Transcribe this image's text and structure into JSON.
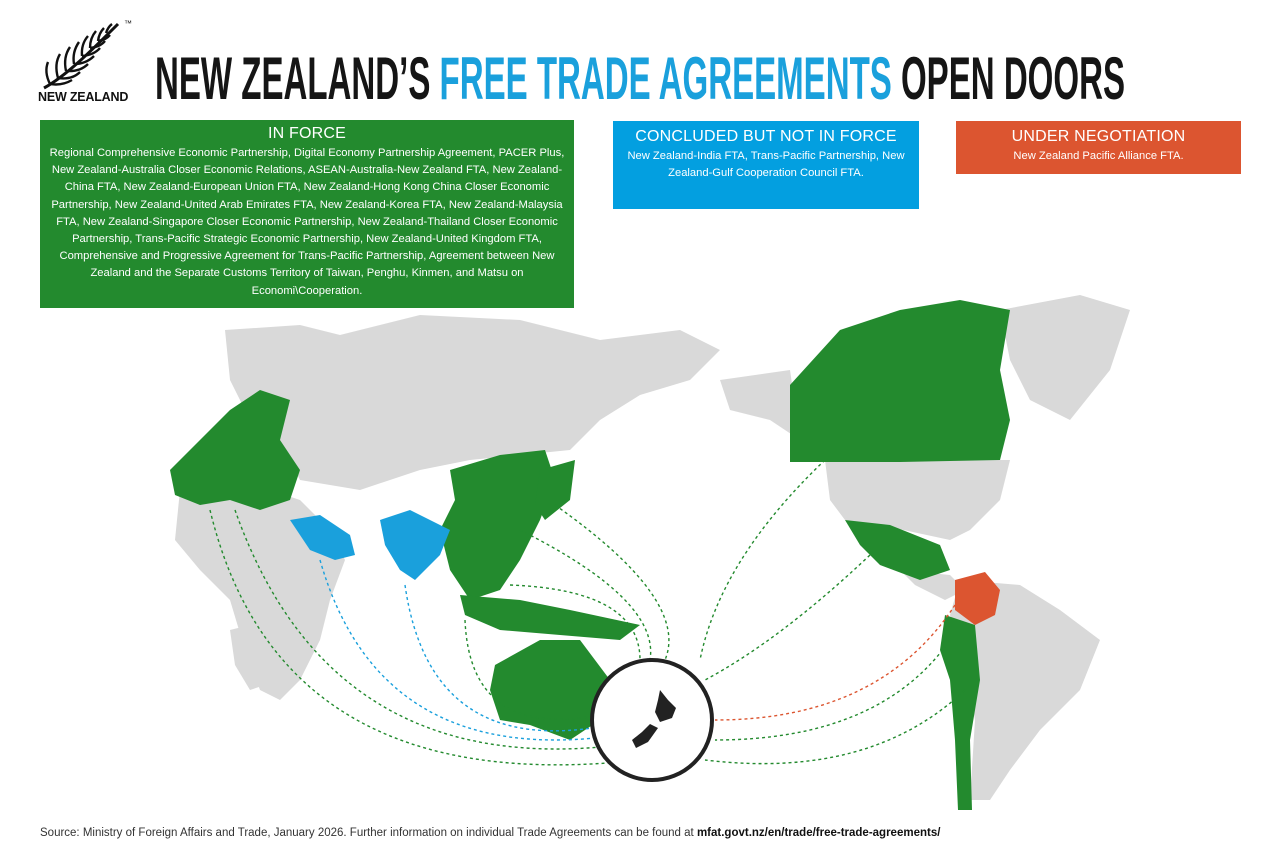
{
  "logo": {
    "text": "NEW ZEALAND",
    "mark": "™"
  },
  "title": {
    "part1": "NEW ZEALAND’S ",
    "part2": "FREE TRADE AGREEMENTS",
    "part3": " OPEN DOORS",
    "highlight_color": "#1aa0dc"
  },
  "legend": {
    "in_force": {
      "heading": "IN FORCE",
      "color": "#238a2e",
      "text": "Regional Comprehensive Economic Partnership, Digital Economy Partnership Agreement, PACER Plus, New Zealand-Australia Closer Economic Relations, ASEAN-Australia-New Zealand FTA, New Zealand-China FTA, New Zealand-European Union FTA, New Zealand-Hong Kong China Closer Economic Partnership, New Zealand-United Arab Emirates FTA, New Zealand-Korea FTA, New Zealand-Malaysia FTA, New Zealand-Singapore Closer Economic Partnership, New Zealand-Thailand Closer Economic Partnership, Trans-Pacific Strategic Economic Partnership, New Zealand-United Kingdom FTA, Comprehensive and Progressive Agreement for Trans-Pacific Partnership, Agreement between New Zealand and the Separate Customs Territory of Taiwan, Penghu, Kinmen, and Matsu on Economi\\Cooperation."
    },
    "concluded": {
      "heading": "CONCLUDED BUT NOT IN FORCE",
      "color": "#039fe0",
      "text": "New Zealand-India FTA, Trans-Pacific Partnership, New Zealand-Gulf Cooperation Council FTA."
    },
    "negotiation": {
      "heading": "UNDER NEGOTIATION",
      "color": "#dc5530",
      "text": "New Zealand Pacific Alliance FTA."
    }
  },
  "map": {
    "land_color": "#d9d9d9",
    "highlight_circle": "New Zealand"
  },
  "footer": {
    "source": "Source: Ministry of Foreign Affairs and Trade, January 2026. Further information on individual Trade Agreements can be found at ",
    "link": "mfat.govt.nz/en/trade/free-trade-agreements/"
  }
}
